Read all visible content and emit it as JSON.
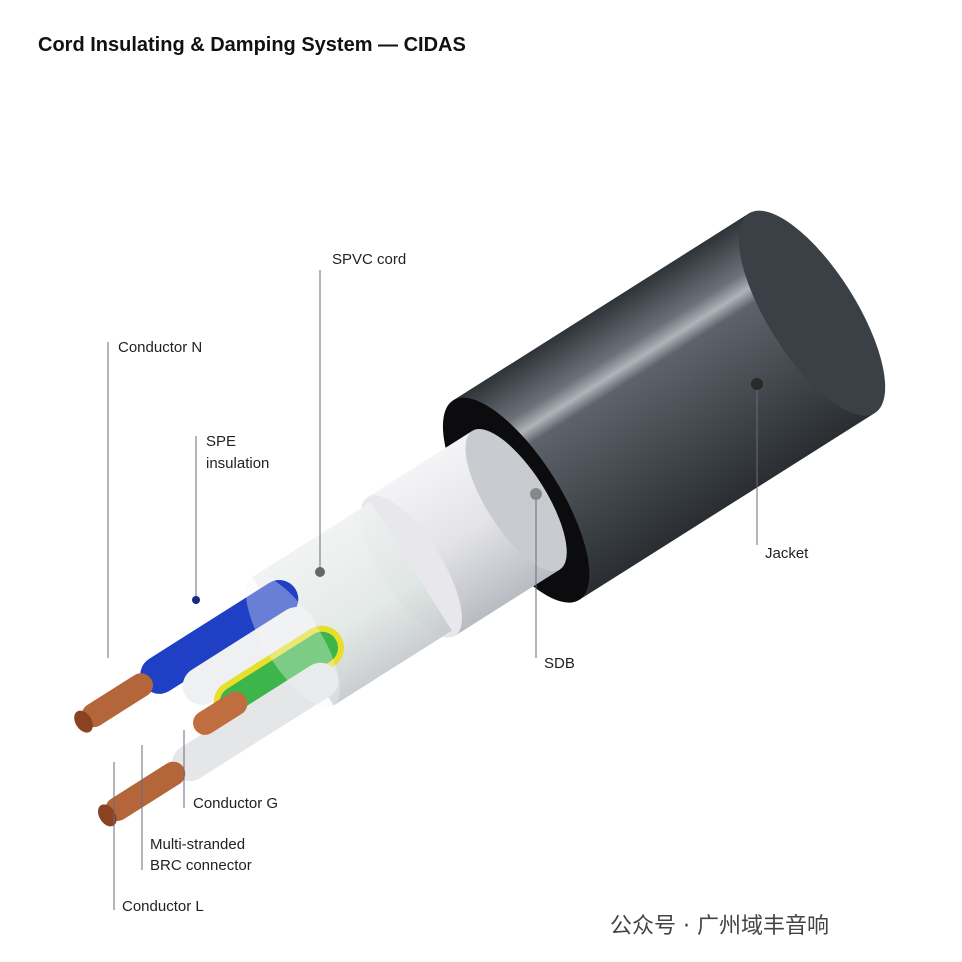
{
  "title": "Cord Insulating & Damping System — CIDAS",
  "labels": {
    "spvc": "SPVC cord",
    "conductor_n": "Conductor N",
    "spe_1": "SPE",
    "spe_2": "insulation",
    "jacket": "Jacket",
    "sdb": "SDB",
    "conductor_g": "Conductor G",
    "brc_1": "Multi-stranded",
    "brc_2": "BRC connector",
    "conductor_l": "Conductor L"
  },
  "watermark": "公众号 · 广州域丰音响",
  "colors": {
    "jacket": "#4a5158",
    "copper": "#b5653a",
    "blue": "#1f3fc4",
    "green": "#3cb54a",
    "yellow": "#e8df2a"
  }
}
